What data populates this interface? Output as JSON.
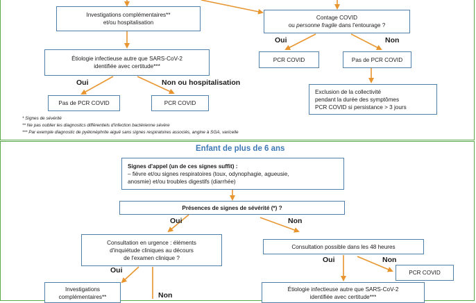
{
  "top": {
    "investigations": [
      "Investigations complémentaires**",
      "et/ou hospitalisation"
    ],
    "etiologie": [
      "Étiologie infectieuse autre que SARS-CoV-2",
      "identifiée avec certitude***"
    ],
    "oui": "Oui",
    "non_hosp": "Non ou hospitalisation",
    "pas_pcr": "Pas de PCR COVID",
    "pcr": "PCR COVID",
    "contage_1": "Contage COVID",
    "contage_2a": "ou ",
    "contage_2b": "personne fragile",
    "contage_2c": " dans l'entourage ?",
    "oui_r": "Oui",
    "non_r": "Non",
    "pcr_r": "PCR COVID",
    "pas_pcr_r": "Pas de PCR COVID",
    "exclusion": [
      "Exclusion de la collectivité",
      "pendant la durée des symptômes",
      "PCR COVID si persistance > 3 jours"
    ]
  },
  "notes": [
    "* Signes de sévérité",
    "** Ne pas oublier les diagnostics différentiels d'infection bactérienne sévère",
    "*** Par exemple diagnostic de pyélonéphrite aiguë sans signes respiratoires associés, angine à SGA, varicelle"
  ],
  "bottom": {
    "title": "Enfant de plus de 6 ans",
    "signes_title": "Signes d'appel (un de ces signes suffit) :",
    "signes_lines": [
      "– fièvre et/ou signes respiratoires (toux, odynophagie, agueusie,",
      "anosmie) et/ou troubles digestifs (diarrhée)"
    ],
    "severite": "Présences de signes de sévérité (*) ?",
    "oui": "Oui",
    "non": "Non",
    "consult_urgence": [
      "Consultation en urgence : éléments",
      "d'inquiétude cliniques au décours",
      "de l'examen clinique ?"
    ],
    "consult_48": "Consultation possible dans les 48 heures",
    "oui2": "Oui",
    "non2": "Non",
    "oui3": "Oui",
    "non3": "Non",
    "pcr": "PCR COVID",
    "investigations": [
      "Investigations",
      "complémentaires**"
    ],
    "etiologie": [
      "Étiologie infectieuse autre que SARS-CoV-2",
      "identifiée avec certitude***"
    ]
  },
  "colors": {
    "arrow": "#e8952f",
    "box_border": "#4f7fa8",
    "frame": "#5aa84a",
    "title": "#3d78b5"
  }
}
